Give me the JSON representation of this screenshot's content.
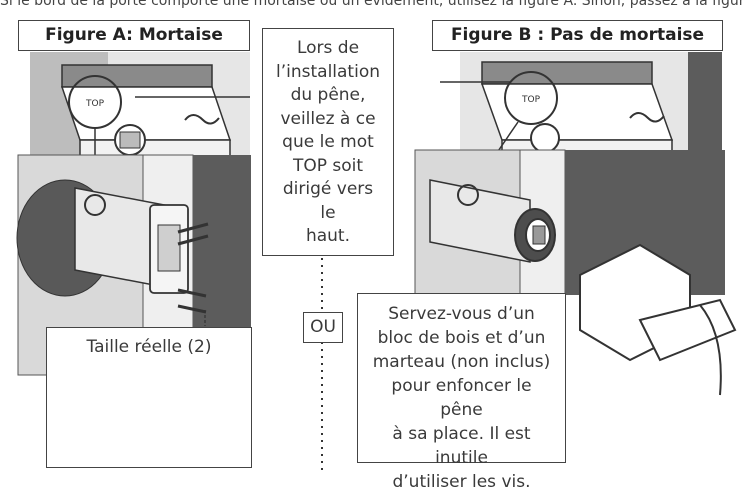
{
  "header_cut": "Si le bord de la porte comporte une mortaise ou un évidement, utilisez la figure A. Sinon, passez à la figure B. Il est obligatoire d'installer le pêne de façon à ce que le mot TOP soit orienté vers le haut.",
  "figure_a": {
    "title": "Figure A: Mortaise"
  },
  "figure_b": {
    "title": "Figure B : Pas de mortaise"
  },
  "note_top": {
    "lines": [
      "Lors de",
      "l’installation",
      "du pêne,",
      "veillez à ce",
      "que le mot",
      "TOP soit",
      "dirigé vers le",
      "haut."
    ]
  },
  "or_label": "OU",
  "screw_box": {
    "title": "Taille réelle (2)"
  },
  "hammer_note": {
    "lines": [
      "Servez-vous d’un",
      "bloc de bois et d’un",
      "marteau (non inclus)",
      "pour enfoncer le pêne",
      "à sa place. Il est inutile",
      "d’utiliser les vis."
    ]
  },
  "latch_marking": "TOP",
  "colors": {
    "door_grey": "#d9d9d9",
    "frame_dark": "#5c5c5c",
    "line": "#333333"
  }
}
